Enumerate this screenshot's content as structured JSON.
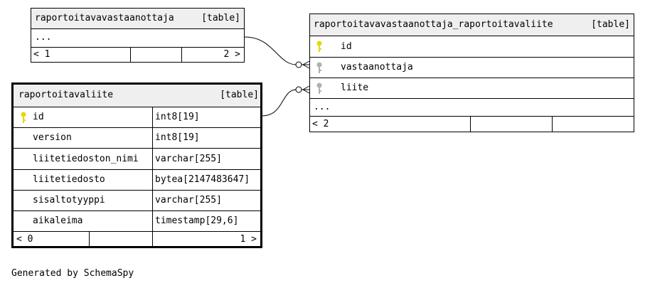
{
  "tables": {
    "vastaanottaja": {
      "name": "raportoitavavastaanottaja",
      "kind": "[table]",
      "ellipsis": "...",
      "nav_left": "< 1",
      "nav_right": "2 >"
    },
    "link": {
      "name": "raportoitavavastaanottaja_raportoitavaliite",
      "kind": "[table]",
      "columns": [
        {
          "name": "id",
          "key": "primary"
        },
        {
          "name": "vastaanottaja",
          "key": "foreign"
        },
        {
          "name": "liite",
          "key": "foreign"
        }
      ],
      "ellipsis": "...",
      "nav_left": "< 2"
    },
    "liite": {
      "name": "raportoitavaliite",
      "kind": "[table]",
      "columns": [
        {
          "name": "id",
          "type": "int8[19]",
          "key": "primary"
        },
        {
          "name": "version",
          "type": "int8[19]"
        },
        {
          "name": "liitetiedoston_nimi",
          "type": "varchar[255]"
        },
        {
          "name": "liitetiedosto",
          "type": "bytea[2147483647]"
        },
        {
          "name": "sisaltotyyppi",
          "type": "varchar[255]"
        },
        {
          "name": "aikaleima",
          "type": "timestamp[29,6]"
        }
      ],
      "nav_left": "< 0",
      "nav_right": "1 >"
    }
  },
  "footer": "Generated by SchemaSpy",
  "colors": {
    "primary_key": "#e6d800",
    "foreign_key": "#b0b0b0",
    "header_bg": "#efefef"
  }
}
